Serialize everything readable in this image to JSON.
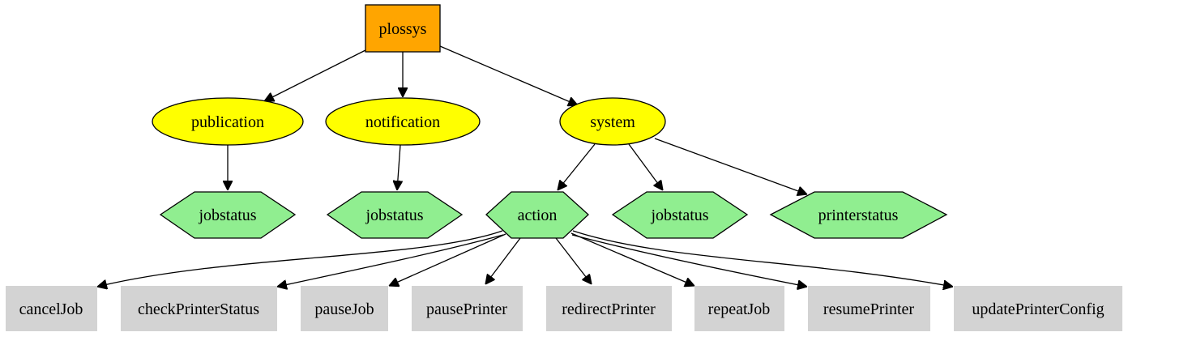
{
  "colors": {
    "root_fill": "#ffa500",
    "category_fill": "#ffff00",
    "topic_fill": "#90ee90",
    "action_fill": "#d3d3d3",
    "edge": "#000000"
  },
  "nodes": {
    "root": {
      "label": "plossys",
      "shape": "box"
    },
    "publication": {
      "label": "publication",
      "shape": "ellipse"
    },
    "notification": {
      "label": "notification",
      "shape": "ellipse"
    },
    "system": {
      "label": "system",
      "shape": "ellipse"
    },
    "publication_jobstatus": {
      "label": "jobstatus",
      "shape": "hexagon"
    },
    "notification_jobstatus": {
      "label": "jobstatus",
      "shape": "hexagon"
    },
    "action": {
      "label": "action",
      "shape": "hexagon"
    },
    "system_jobstatus": {
      "label": "jobstatus",
      "shape": "hexagon"
    },
    "printerstatus": {
      "label": "printerstatus",
      "shape": "hexagon"
    },
    "cancelJob": {
      "label": "cancelJob",
      "shape": "box"
    },
    "checkPrinterStatus": {
      "label": "checkPrinterStatus",
      "shape": "box"
    },
    "pauseJob": {
      "label": "pauseJob",
      "shape": "box"
    },
    "pausePrinter": {
      "label": "pausePrinter",
      "shape": "box"
    },
    "redirectPrinter": {
      "label": "redirectPrinter",
      "shape": "box"
    },
    "repeatJob": {
      "label": "repeatJob",
      "shape": "box"
    },
    "resumePrinter": {
      "label": "resumePrinter",
      "shape": "box"
    },
    "updatePrinterConfig": {
      "label": "updatePrinterConfig",
      "shape": "box"
    }
  },
  "edges": [
    {
      "from": "root",
      "to": "publication"
    },
    {
      "from": "root",
      "to": "notification"
    },
    {
      "from": "root",
      "to": "system"
    },
    {
      "from": "publication",
      "to": "publication_jobstatus"
    },
    {
      "from": "notification",
      "to": "notification_jobstatus"
    },
    {
      "from": "system",
      "to": "action"
    },
    {
      "from": "system",
      "to": "system_jobstatus"
    },
    {
      "from": "system",
      "to": "printerstatus"
    },
    {
      "from": "action",
      "to": "cancelJob"
    },
    {
      "from": "action",
      "to": "checkPrinterStatus"
    },
    {
      "from": "action",
      "to": "pauseJob"
    },
    {
      "from": "action",
      "to": "pausePrinter"
    },
    {
      "from": "action",
      "to": "redirectPrinter"
    },
    {
      "from": "action",
      "to": "repeatJob"
    },
    {
      "from": "action",
      "to": "resumePrinter"
    },
    {
      "from": "action",
      "to": "updatePrinterConfig"
    }
  ]
}
